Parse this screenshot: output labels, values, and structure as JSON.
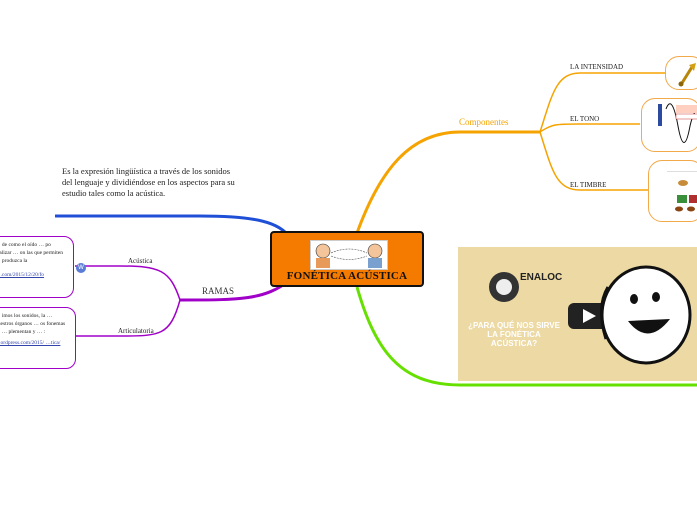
{
  "central": {
    "title": "FONÉTICA ACÚSTICA"
  },
  "intro_text": "Es la expresión lingüística a través de los sonidos del lenguaje y dividiéndose en los aspectos para su estudio tales como la acústica.",
  "ramas": {
    "label": "RAMAS",
    "acustica": {
      "label": "Acústica",
      "note": "… de como el oído … po realizar … on las que permiten … produzca la",
      "link": "….com/2015/12/20/fo"
    },
    "articulatoria": {
      "label": "Articulatoria",
      "note": "… imos los sonidos, la … nuestros órganos … os fonemas de … plementan y … :",
      "link": "…ordpress.com/2015/ …tica/"
    }
  },
  "componentes": {
    "label": "Componentes",
    "items": [
      {
        "label": "LA INTENSIDAD"
      },
      {
        "label": "EL TONO"
      },
      {
        "label": "EL TIMBRE"
      }
    ]
  },
  "video": {
    "logo_text": "ENALOC",
    "caption": "¿PARA QUÉ NOS SIRVE LA FONÉTICA ACÚSTICA?"
  },
  "colors": {
    "central_bg": "#f47a00",
    "orange_branch": "#f5a300",
    "blue_branch": "#1f4fd6",
    "purple_branch": "#a000c8",
    "green_branch": "#66e000"
  }
}
